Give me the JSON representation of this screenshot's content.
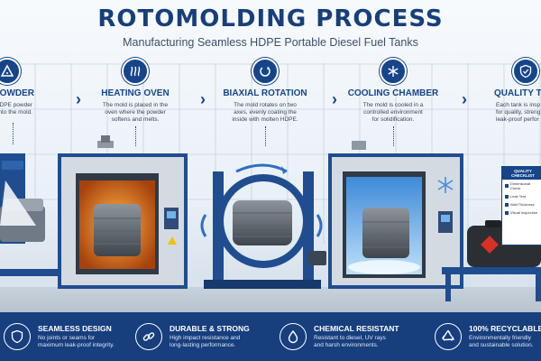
{
  "header": {
    "title": "ROTOMOLDING PROCESS",
    "subtitle": "Manufacturing Seamless HDPE Portable Diesel Fuel Tanks"
  },
  "steps": [
    {
      "icon": "powder-icon",
      "title": "PE POWDER",
      "desc": "quality HDPE powder\nded into the mold."
    },
    {
      "icon": "heat-waves-icon",
      "title": "HEATING OVEN",
      "desc": "The mold is placed in the\noven where the powder\nsoftens and melts."
    },
    {
      "icon": "rotation-icon",
      "title": "BIAXIAL ROTATION",
      "desc": "The mold rotates on two\naxes, evenly coating the\ninside with molten HDPE."
    },
    {
      "icon": "snowflake-icon",
      "title": "COOLING CHAMBER",
      "desc": "The mold is cooled in a\ncontrolled environment\nfor solidification."
    },
    {
      "icon": "shield-check-icon",
      "title": "QUALITY TES",
      "desc": "Each tank is insp\nfor quality, streng\nleak-proof perfor"
    }
  ],
  "checklist": {
    "title": "QUALITY CHECKLIST",
    "items": [
      "Dimensional Check",
      "Leak Test",
      "Wall Thickness",
      "Visual Inspection"
    ]
  },
  "features": [
    {
      "icon": "shield-icon",
      "title": "SEAMLESS DESIGN",
      "desc": "No joints or seams for\nmaximum leak-proof integrity."
    },
    {
      "icon": "link-icon",
      "title": "DURABLE & STRONG",
      "desc": "High impact resistance and\nlong-lasting performance."
    },
    {
      "icon": "droplet-icon",
      "title": "CHEMICAL RESISTANT",
      "desc": "Resistant to diesel, UV rays\nand harsh environments."
    },
    {
      "icon": "recycle-icon",
      "title": "100% RECYCLABLE",
      "desc": "Environmentally friendly\nand sustainable solution."
    }
  ],
  "colors": {
    "primary": "#16458a",
    "oven_glow": "#f08a1c",
    "cooling": "#6fb4ea",
    "footer": "#173e7d"
  }
}
